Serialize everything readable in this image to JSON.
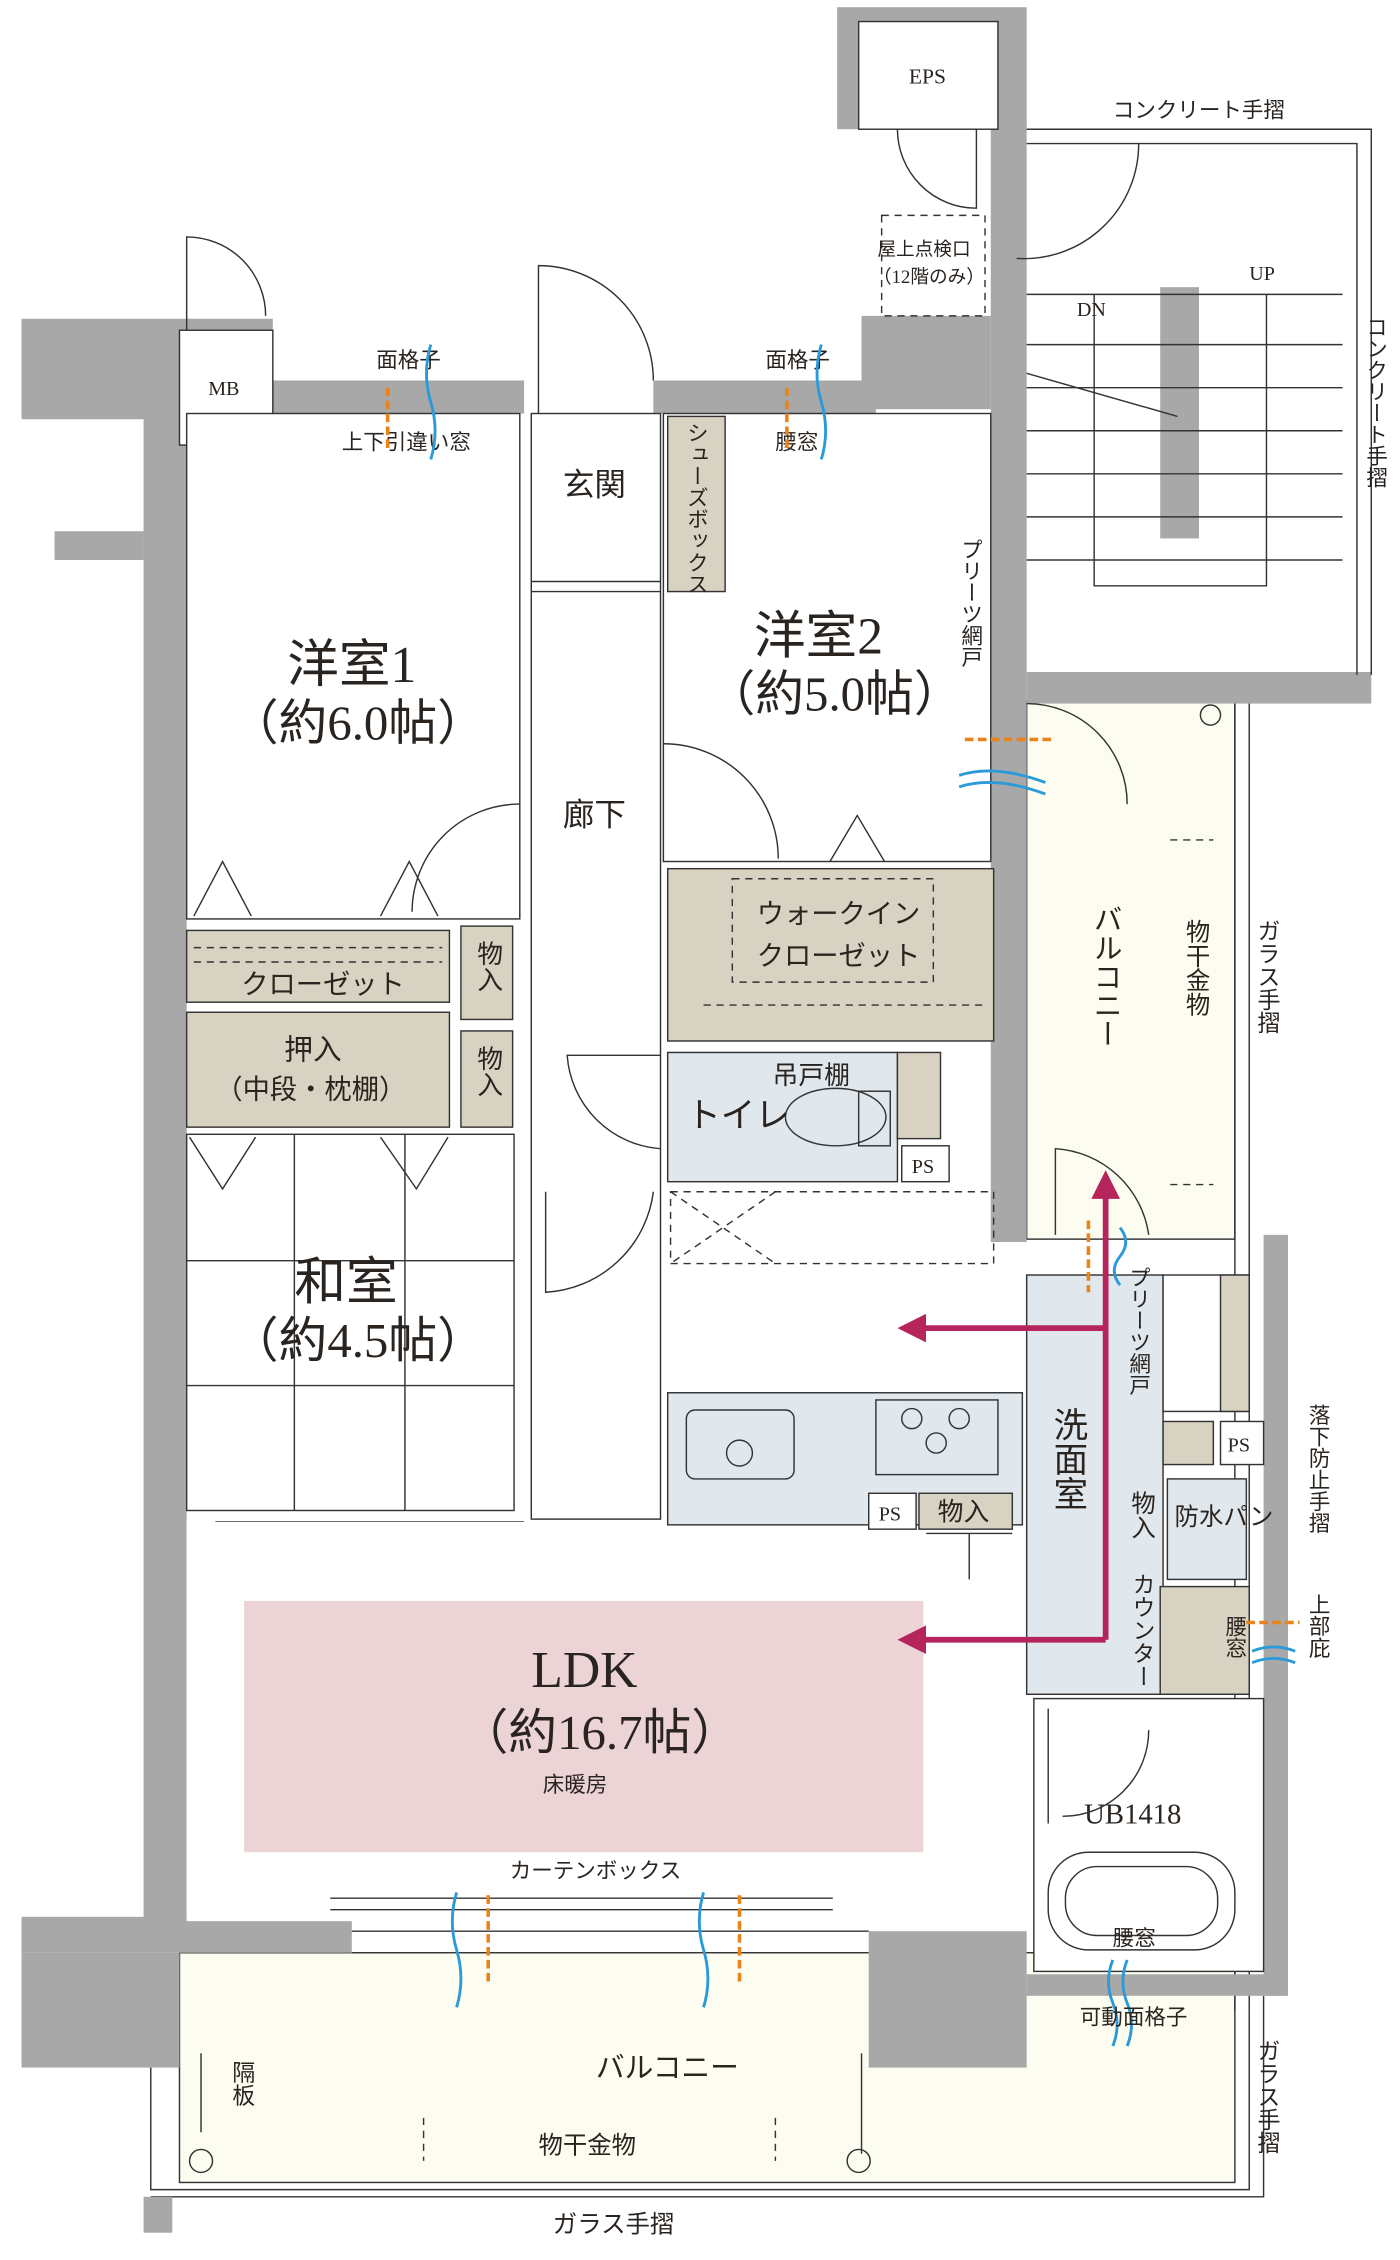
{
  "colors": {
    "wall": "#a8a8a8",
    "closet": "#d8d2c2",
    "wet_area": "#e0e7ed",
    "balcony": "#fdfcf0",
    "ldk_highlight": "#ebd3d6",
    "arrow": "#b5245a",
    "window_blue": "#2a9ad8",
    "window_orange": "#e8841a"
  },
  "rooms": {
    "western1_name": "洋室1",
    "western1_size": "（約6.0帖）",
    "western2_name": "洋室2",
    "western2_size": "（約5.0帖）",
    "japanese_name": "和室",
    "japanese_size": "（約4.5帖）",
    "ldk_name": "LDK",
    "ldk_size": "（約16.7帖）",
    "ldk_note": "床暖房",
    "entrance": "玄関",
    "corridor": "廊下",
    "toilet": "トイレ",
    "washroom": "洗面室",
    "bath": "UB1418"
  },
  "storage": {
    "shoe_box": "シューズボックス",
    "closet": "クローゼット",
    "oshiire": "押入",
    "oshiire_note": "（中段・枕棚）",
    "storage1": "物入",
    "storage2": "物入",
    "storage3": "物入",
    "storage4": "物入",
    "wic_line1": "ウォークイン",
    "wic_line2": "クローゼット",
    "hanging_shelf": "吊戸棚",
    "ps1": "PS",
    "ps2": "PS",
    "ps3": "PS",
    "waterproof_pan": "防水パン",
    "counter": "カウンター"
  },
  "labels": {
    "eps": "EPS",
    "mb": "MB",
    "roof_hatch": "屋上点検口",
    "roof_hatch_note": "（12階のみ）",
    "grille1": "面格子",
    "sliding_window": "上下引違い窓",
    "grille2": "面格子",
    "waist_window1": "腰窓",
    "pleated_screen1": "プリーツ網戸",
    "pleated_screen2": "プリーツ網戸",
    "concrete_rail_top": "コンクリート手摺",
    "concrete_rail_side": "コンクリート手摺",
    "up": "UP",
    "dn": "DN",
    "balcony_right": "バルコニー",
    "drying_hardware_right": "物干金物",
    "glass_rail_right": "ガラス手摺",
    "fall_rail": "落下防止手摺",
    "upper_eave": "上部庇",
    "waist_window2": "腰窓",
    "waist_window3": "腰窓",
    "movable_grille": "可動面格子",
    "curtain_box": "カーテンボックス",
    "balcony_bottom": "バルコニー",
    "partition": "隔板",
    "drying_hardware_bottom": "物干金物",
    "glass_rail_bottom": "ガラス手摺",
    "glass_rail_corner": "ガラス手摺"
  }
}
